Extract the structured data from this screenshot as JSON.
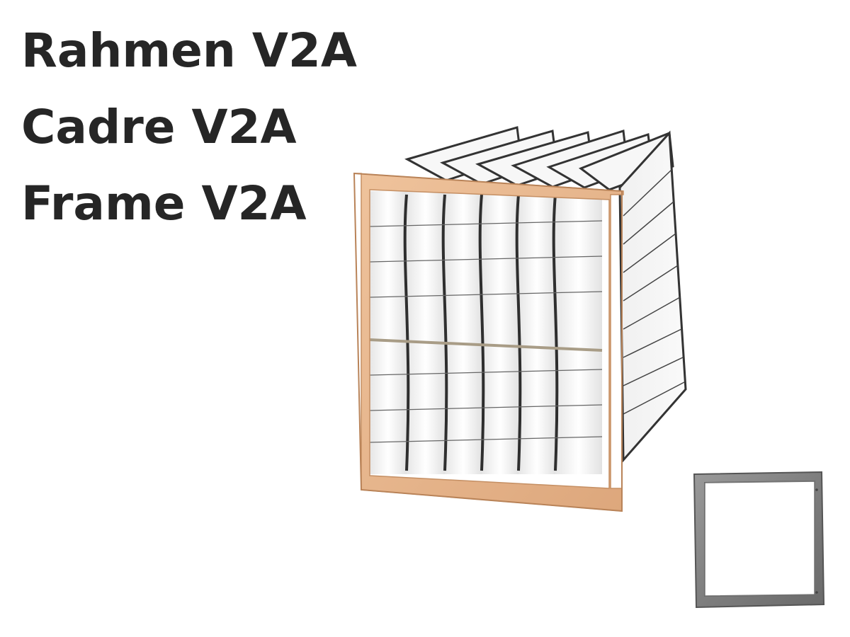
{
  "heading": {
    "line1": "Rahmen V2A",
    "line2": "Cadre V2A",
    "line3": "Frame V2A"
  },
  "colors": {
    "text": "#262626",
    "wood": "#e8b58c",
    "steel": "#8a8a8a",
    "media": "#f4f4f4",
    "stitch": "#333333"
  },
  "images": {
    "pocket_filter": "pocket-filter-with-wooden-frame",
    "steel_frame": "stainless-steel-frame"
  }
}
